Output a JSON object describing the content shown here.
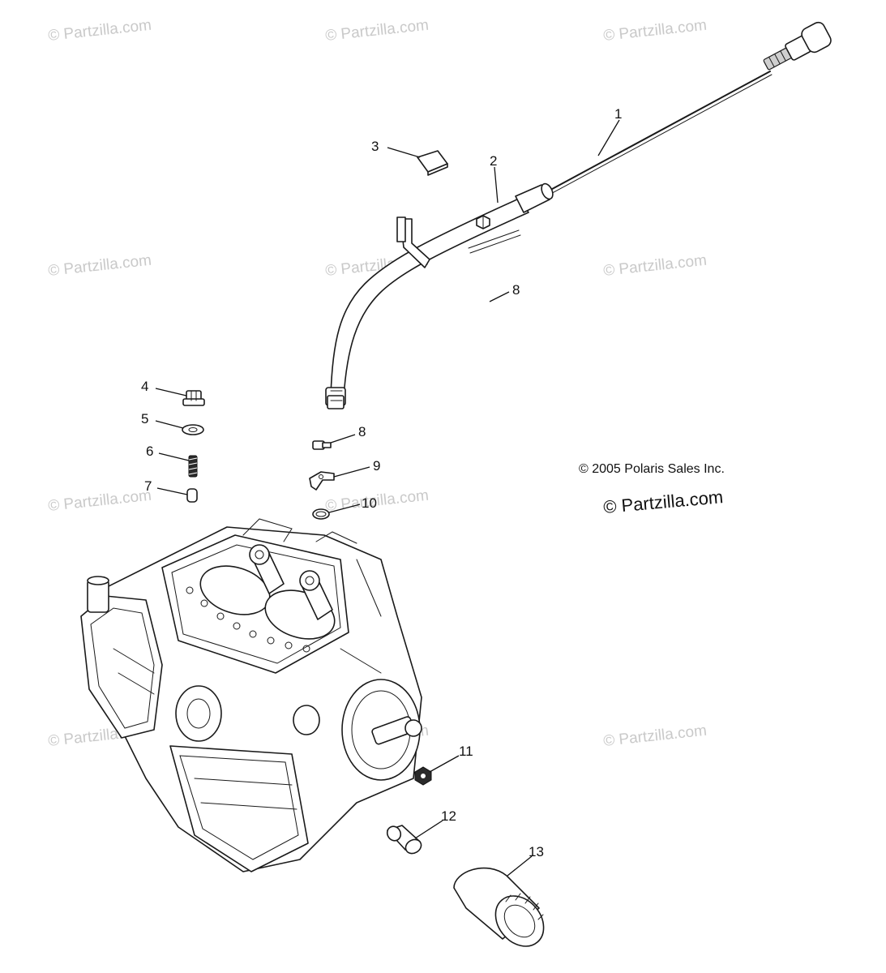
{
  "watermark": {
    "text": "© Partzilla.com"
  },
  "copyright": {
    "line": "© 2005 Polaris Sales Inc.",
    "site": "© Partzilla.com"
  },
  "callouts": [
    {
      "id": "1",
      "label": "1"
    },
    {
      "id": "2",
      "label": "2"
    },
    {
      "id": "3",
      "label": "3"
    },
    {
      "id": "4",
      "label": "4"
    },
    {
      "id": "5",
      "label": "5"
    },
    {
      "id": "6",
      "label": "6"
    },
    {
      "id": "7",
      "label": "7"
    },
    {
      "id": "8a",
      "label": "8"
    },
    {
      "id": "8b",
      "label": "8"
    },
    {
      "id": "9",
      "label": "9"
    },
    {
      "id": "10",
      "label": "10"
    },
    {
      "id": "11",
      "label": "11"
    },
    {
      "id": "12",
      "label": "12"
    },
    {
      "id": "13",
      "label": "13"
    }
  ]
}
